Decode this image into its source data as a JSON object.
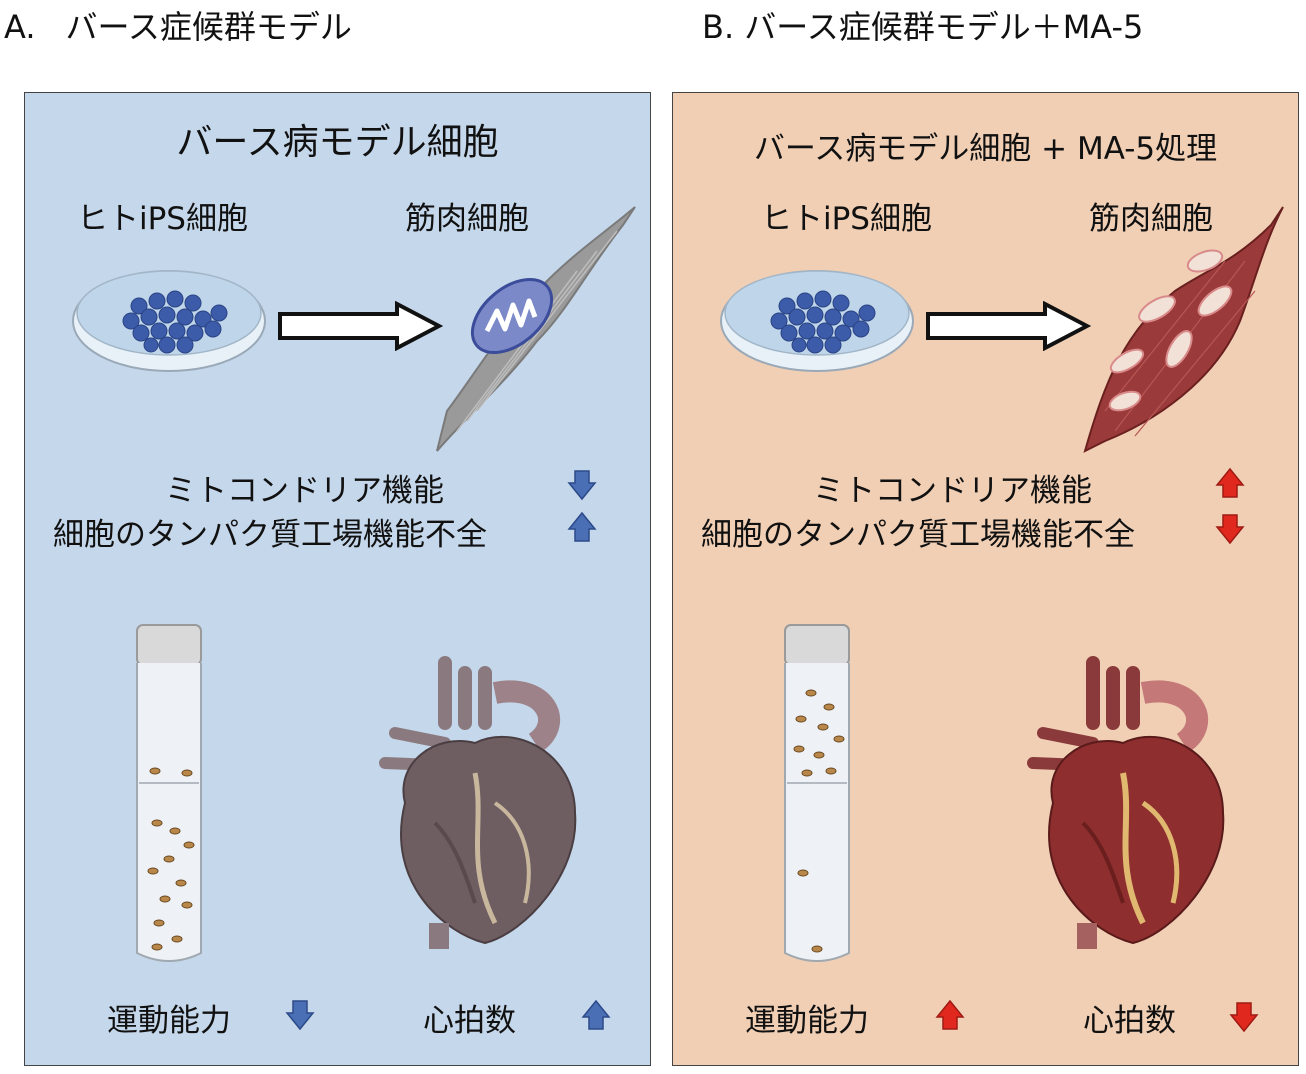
{
  "header_a": {
    "letter": "A.",
    "title": "バース症候群モデル"
  },
  "header_b": {
    "title": "B. バース症候群モデル＋MA-5"
  },
  "panel_a": {
    "title": "バース病モデル細胞",
    "ips_label": "ヒトiPS細胞",
    "muscle_label": "筋肉細胞",
    "mito_label": "ミトコンドリア機能",
    "protein_label": "細胞のタンパク質工場機能不全",
    "motor_label": "運動能力",
    "heart_label": "心拍数"
  },
  "panel_b": {
    "title": "バース病モデル細胞 + MA-5処理",
    "ips_label": "ヒトiPS細胞",
    "muscle_label": "筋肉細胞",
    "mito_label": "ミトコンドリア機能",
    "protein_label": "細胞のタンパク質工場機能不全",
    "motor_label": "運動能力",
    "heart_label": "心拍数"
  },
  "colors": {
    "blue_arrow": "#4a6fb5",
    "red_arrow": "#e0281e",
    "panel_a_bg": "#c5d7ea",
    "panel_b_bg": "#f0cfb5"
  }
}
